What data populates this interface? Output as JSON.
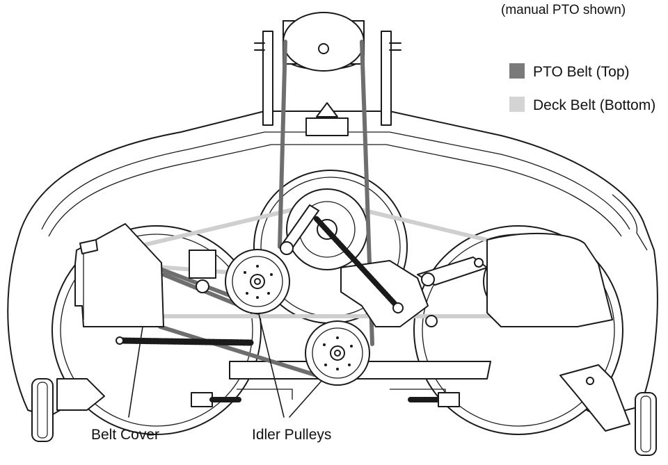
{
  "header": {
    "note": "(manual PTO shown)"
  },
  "legend": {
    "items": [
      {
        "label": "PTO Belt (Top)",
        "color": "#7a7a7a"
      },
      {
        "label": "Deck Belt (Bottom)",
        "color": "#d4d4d4"
      }
    ]
  },
  "callouts": {
    "belt_cover": "Belt Cover",
    "idler_pulleys": "Idler Pulleys"
  }
}
